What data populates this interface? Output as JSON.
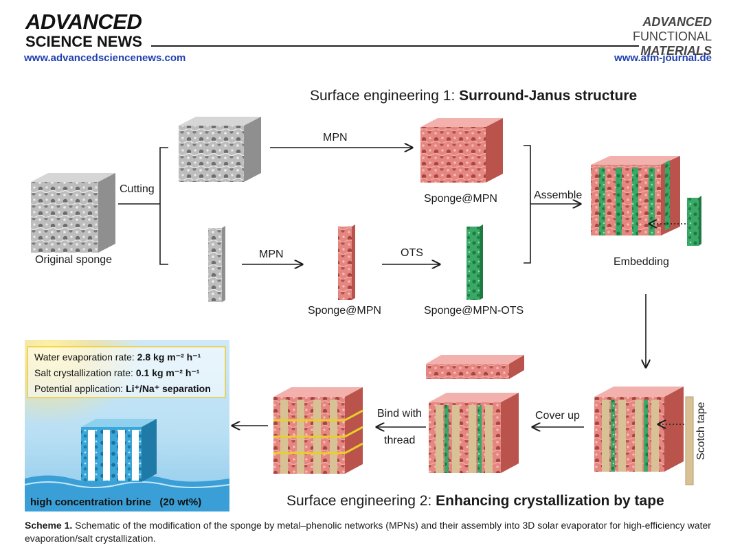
{
  "header": {
    "publisher_line1": "ADVANCED",
    "publisher_line2": "SCIENCE NEWS",
    "publisher_url": "www.advancedsciencenews.com",
    "journal_line1": "ADVANCED",
    "journal_line2": "FUNCTIONAL",
    "journal_line3": "MATERIALS",
    "journal_url": "www.afm-journal.de"
  },
  "scheme": {
    "title1_prefix": "Surface engineering 1: ",
    "title1_bold": "Surround-Janus structure",
    "title2_prefix": "Surface engineering 2: ",
    "title2_bold": "Enhancing crystallization by tape",
    "labels": {
      "original_sponge": "Original sponge",
      "cutting": "Cutting",
      "mpn_top": "MPN",
      "sponge_mpn_top": "Sponge@MPN",
      "mpn_mid": "MPN",
      "ots": "OTS",
      "sponge_mpn_mid": "Sponge@MPN",
      "sponge_mpn_ots": "Sponge@MPN-OTS",
      "assemble": "Assemble",
      "embedding": "Embedding",
      "scotch_tape": "Scotch tape",
      "cover_up": "Cover up",
      "bind_with": "Bind with",
      "thread": "thread"
    },
    "panel": {
      "evap_label": "Water evaporation rate:",
      "evap_value": "2.8",
      "evap_unit": "kg m⁻² h⁻¹",
      "salt_label": "Salt crystallization rate:",
      "salt_value": "0.1",
      "salt_unit": "kg m⁻² h⁻¹",
      "app_label": "Potential application:",
      "app_value": "Li⁺/Na⁺ separation",
      "brine_label": "high concentration brine",
      "brine_value": "(20 wt%)"
    }
  },
  "caption": {
    "label": "Scheme 1.",
    "text": " Schematic of the modification of the sponge by metal–phenolic networks (MPNs) and their assembly into 3D solar evaporator for high-efficiency water evaporation/salt crystallization."
  },
  "colors": {
    "link": "#1f3fae",
    "sponge_gray": "#a9a9a9",
    "sponge_pink": "#e07b76",
    "sponge_green": "#3aa866",
    "tape": "#d8c195",
    "thread": "#e8cf2a",
    "brine_blue": "#3ba6d8"
  }
}
